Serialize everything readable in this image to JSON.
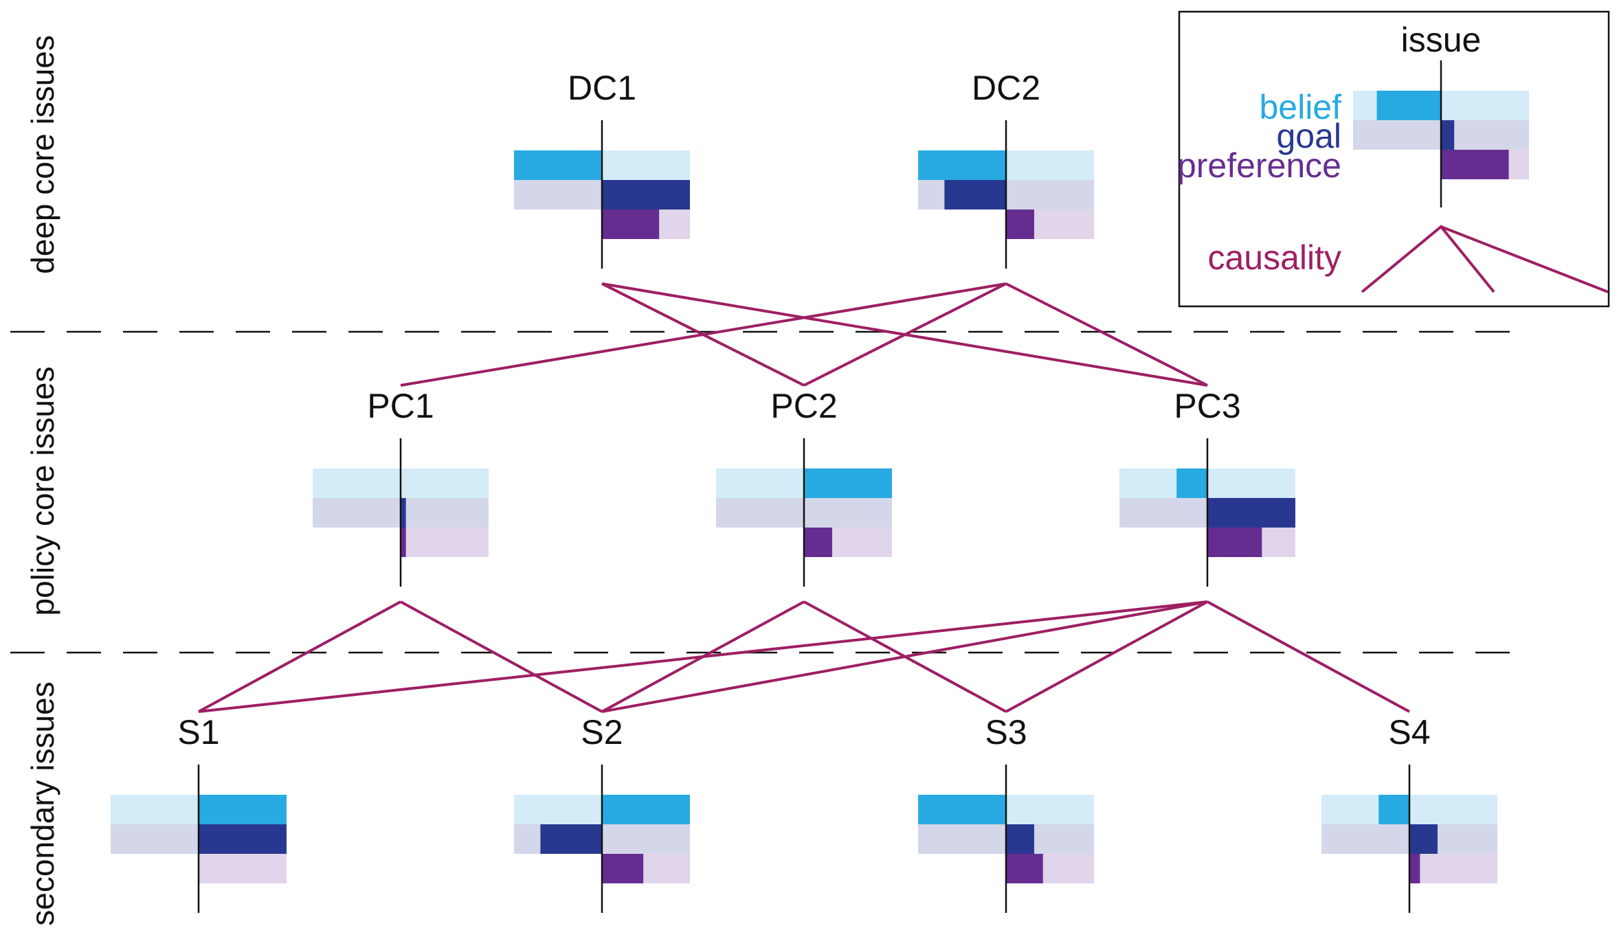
{
  "colors": {
    "belief": "#27aae1",
    "belief_light": "#d3ecf8",
    "goal": "#283891",
    "goal_light": "#d4d7ea",
    "preference": "#662d91",
    "preference_light": "#e0d5ea",
    "causality": "#9e1f63",
    "axis": "#111111"
  },
  "levels": [
    {
      "id": "deep",
      "label": "deep core issues"
    },
    {
      "id": "policy",
      "label": "policy core issues"
    },
    {
      "id": "secondary",
      "label": "secondary issues"
    }
  ],
  "issues": [
    {
      "id": "DC1",
      "label": "DC1",
      "level": "deep",
      "belief": -1.0,
      "goal": 1.0,
      "preference": 0.65
    },
    {
      "id": "DC2",
      "label": "DC2",
      "level": "deep",
      "belief": -1.0,
      "goal": -0.7,
      "preference": 0.32
    },
    {
      "id": "PC1",
      "label": "PC1",
      "level": "policy",
      "belief": 0.0,
      "goal": 0.06,
      "preference": 0.06
    },
    {
      "id": "PC2",
      "label": "PC2",
      "level": "policy",
      "belief": 1.0,
      "goal": 0.0,
      "preference": 0.32
    },
    {
      "id": "PC3",
      "label": "PC3",
      "level": "policy",
      "belief": -0.35,
      "goal": 1.0,
      "preference": 0.62
    },
    {
      "id": "S1",
      "label": "S1",
      "level": "secondary",
      "belief": 1.0,
      "goal": 1.0,
      "preference": 0.0
    },
    {
      "id": "S2",
      "label": "S2",
      "level": "secondary",
      "belief": 1.0,
      "goal": -0.7,
      "preference": 0.47
    },
    {
      "id": "S3",
      "label": "S3",
      "level": "secondary",
      "belief": -1.0,
      "goal": 0.32,
      "preference": 0.42
    },
    {
      "id": "S4",
      "label": "S4",
      "level": "secondary",
      "belief": -0.35,
      "goal": 0.32,
      "preference": 0.12
    }
  ],
  "causality": [
    {
      "from": "DC1",
      "to": "PC2"
    },
    {
      "from": "DC1",
      "to": "PC3"
    },
    {
      "from": "DC2",
      "to": "PC1"
    },
    {
      "from": "DC2",
      "to": "PC2"
    },
    {
      "from": "DC2",
      "to": "PC3"
    },
    {
      "from": "PC1",
      "to": "S1"
    },
    {
      "from": "PC1",
      "to": "S2"
    },
    {
      "from": "PC2",
      "to": "S2"
    },
    {
      "from": "PC2",
      "to": "S3"
    },
    {
      "from": "PC3",
      "to": "S1"
    },
    {
      "from": "PC3",
      "to": "S2"
    },
    {
      "from": "PC3",
      "to": "S3"
    },
    {
      "from": "PC3",
      "to": "S4"
    }
  ],
  "legend": {
    "issue_label": "issue",
    "belief_label": "belief",
    "goal_label": "goal",
    "preference_label": "preference",
    "causality_label": "causality",
    "example": {
      "belief": -0.73,
      "goal": 0.15,
      "preference": 0.77
    }
  }
}
